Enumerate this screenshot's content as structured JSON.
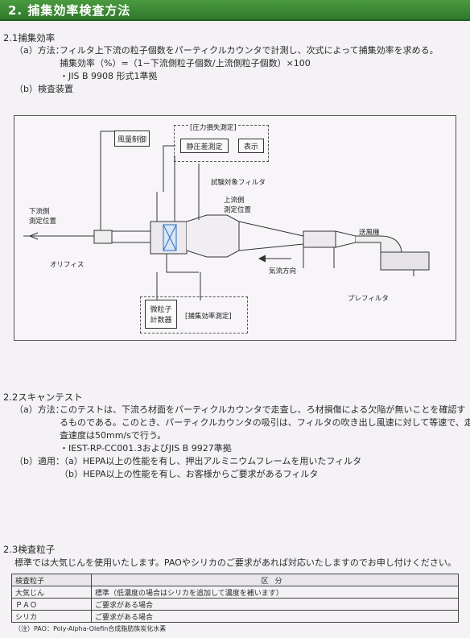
{
  "header": {
    "title": "2. 捕集効率検査方法"
  },
  "s21": {
    "heading": "2.1捕集効率",
    "a_label": "（a）方法：",
    "a_text": "フィルタ上下流の粒子個数をパーティクルカウンタで計測し、次式によって捕集効率を求める。",
    "formula": "捕集効率（%）=（1−下流側粒子個数/上流側粒子個数）×100",
    "standard": "・JIS B 9908 形式1準拠",
    "b_label": "（b）検査装置"
  },
  "diagram": {
    "fuuryou": "風量制御",
    "pressure_group": "[圧力損失測定]",
    "seiatsu": "静圧差測定",
    "hyouji": "表示",
    "test_filter": "試験対象フィルタ",
    "downstream_1": "下流側",
    "downstream_2": "測定位置",
    "upstream_1": "上流側",
    "upstream_2": "測定位置",
    "orifice": "オリフィス",
    "blower": "送風機",
    "airflow": "気流方向",
    "prefilter": "プレフィルタ",
    "counter_1": "微粒子",
    "counter_2": "計数器",
    "efficiency_group": "[捕集効率測定]"
  },
  "s22": {
    "heading": "2.2スキャンテスト",
    "a_label": "（a）方法：",
    "a_line1": "このテストは、下流ろ材面をパーティクルカウンタで走査し、ろ材損傷による欠陥が無いことを確認す",
    "a_line2": "るものである。このとき、パーティクルカウンタの吸引は、フィルタの吹き出し風速に対して等速で、走",
    "a_line3": "査速度は50mm/sで行う。",
    "a_standard": "・IEST-RP-CC001.3およびJIS B 9927準拠",
    "b_label": "（b）適用：",
    "b_item1": "（a）HEPA以上の性能を有し、押出アルミニウムフレームを用いたフィルタ",
    "b_item2": "（b）HEPA以上の性能を有し、お客様からご要求があるフィルタ"
  },
  "s23": {
    "heading": "2.3検査粒子",
    "intro": "標準では大気じんを使用いたします。PAOやシリカのご要求があれば対応いたしますのでお申し付けください。",
    "col1": "検査粒子",
    "col2": "区分",
    "rows": [
      {
        "name": "大気じん",
        "desc": "標準（低濃度の場合はシリカを追加して濃度を補います）"
      },
      {
        "name": "ＰＡＯ",
        "desc": "ご要求がある場合"
      },
      {
        "name": "シリカ",
        "desc": "ご要求がある場合"
      }
    ],
    "note": "（注）PAO：Poly-Alpha-Olefin合成脂肪族炭化水素"
  }
}
